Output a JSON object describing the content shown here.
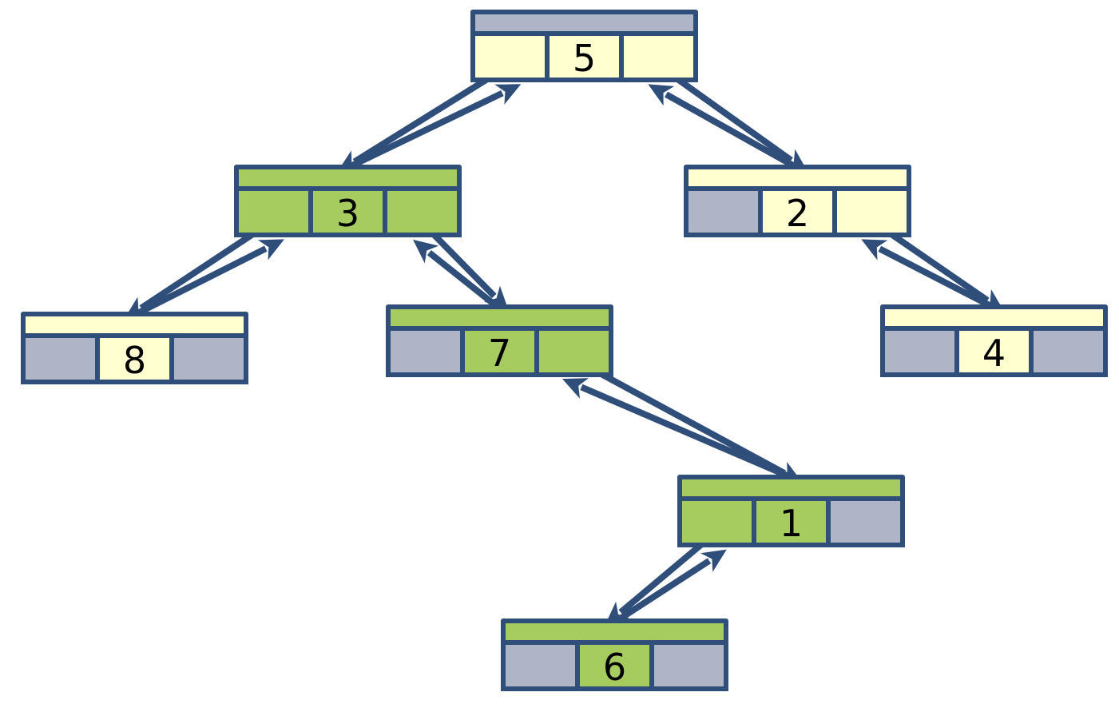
{
  "colors": {
    "stroke": "#2f4f7a",
    "path_fill": "#a6cb5e",
    "node_fill": "#ffffd0",
    "null_fill": "#adb5c6",
    "background": "#ffffff"
  },
  "tree": {
    "root": "n5",
    "nodes": [
      {
        "id": "n5",
        "value": "5",
        "state": "yellow",
        "parent": null,
        "left": "n3",
        "right": "n2",
        "parent_bar": "null"
      },
      {
        "id": "n3",
        "value": "3",
        "state": "green",
        "parent": "n5",
        "left": "n8",
        "right": "n7"
      },
      {
        "id": "n2",
        "value": "2",
        "state": "yellow",
        "parent": "n5",
        "left": null,
        "right": "n4"
      },
      {
        "id": "n8",
        "value": "8",
        "state": "yellow",
        "parent": "n3",
        "left": null,
        "right": null
      },
      {
        "id": "n7",
        "value": "7",
        "state": "green",
        "parent": "n3",
        "left": null,
        "right": "n1"
      },
      {
        "id": "n4",
        "value": "4",
        "state": "yellow",
        "parent": "n2",
        "left": null,
        "right": null
      },
      {
        "id": "n1",
        "value": "1",
        "state": "green",
        "parent": "n7",
        "left": "n6",
        "right": null
      },
      {
        "id": "n6",
        "value": "6",
        "state": "green",
        "parent": "n1",
        "left": null,
        "right": null
      }
    ]
  }
}
